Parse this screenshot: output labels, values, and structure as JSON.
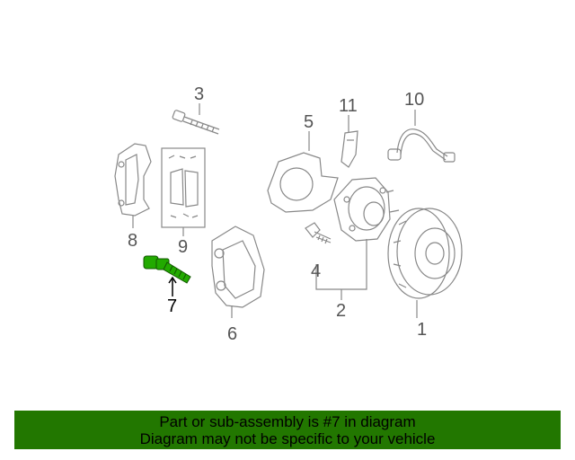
{
  "diagram": {
    "callouts": {
      "c1": "1",
      "c2": "2",
      "c3": "3",
      "c4": "4",
      "c5": "5",
      "c6": "6",
      "c7": "7",
      "c8": "8",
      "c9": "9",
      "c10": "10",
      "c11": "11"
    },
    "highlighted_part": "7",
    "colors": {
      "highlight": "#22aa00",
      "line": "#888888",
      "banner": "#227700"
    }
  },
  "banner": {
    "line1": "Part or sub-assembly is #7 in diagram",
    "line2": "Diagram may not be specific to your vehicle"
  }
}
